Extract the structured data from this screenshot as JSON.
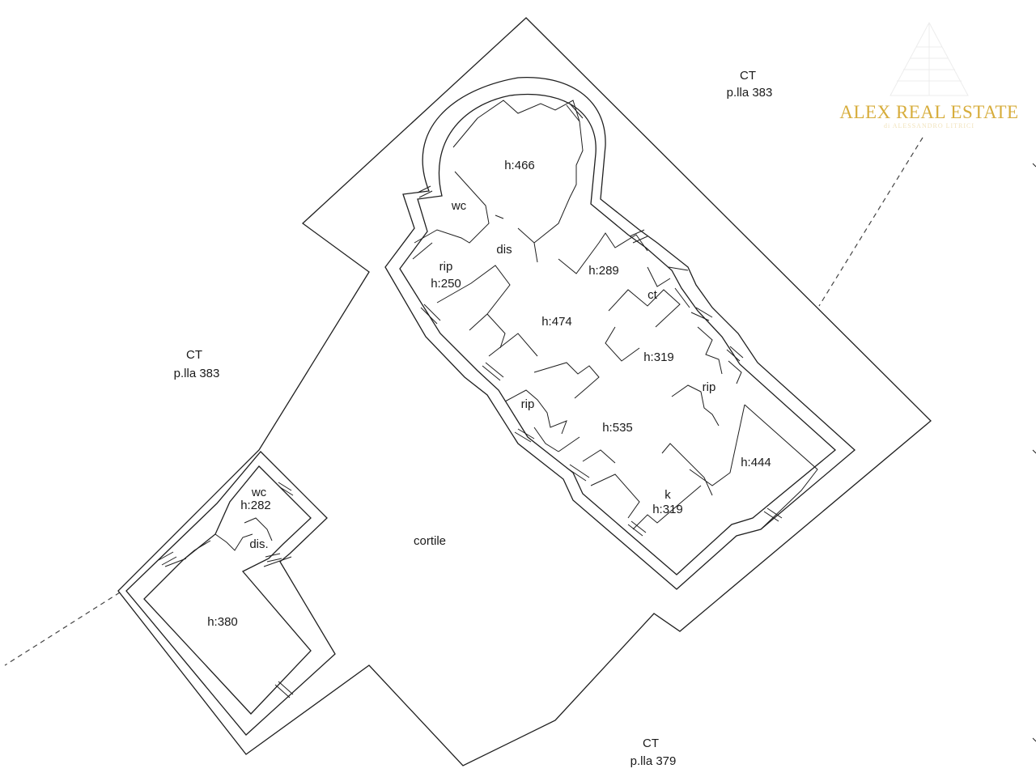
{
  "colors": {
    "line": "#1f1f1f",
    "logo": "#d7ad3c",
    "background": "#ffffff"
  },
  "logo": {
    "brand": "ALEX REAL ESTATE",
    "tagline": "di ALESSANDRO LITRICI"
  },
  "parcels": [
    {
      "id": "ct-383-top",
      "line1": "CT",
      "line2": "p.lla 383"
    },
    {
      "id": "ct-383-left",
      "line1": "CT",
      "line2": "p.lla 383"
    },
    {
      "id": "ct-379-bottom",
      "line1": "CT",
      "line2": "p.lla 379"
    }
  ],
  "rooms": [
    {
      "id": "h466",
      "text": "h:466"
    },
    {
      "id": "wc-top",
      "text": "wc"
    },
    {
      "id": "dis-top",
      "text": "dis"
    },
    {
      "id": "rip-top-name",
      "text": "rip"
    },
    {
      "id": "rip-top-h",
      "text": "h:250"
    },
    {
      "id": "h289",
      "text": "h:289"
    },
    {
      "id": "ct",
      "text": "ct"
    },
    {
      "id": "h474",
      "text": "h:474"
    },
    {
      "id": "h319-a",
      "text": "h:319"
    },
    {
      "id": "rip-right",
      "text": "rip"
    },
    {
      "id": "rip-mid",
      "text": "rip"
    },
    {
      "id": "h535",
      "text": "h:535"
    },
    {
      "id": "h444",
      "text": "h:444"
    },
    {
      "id": "k-name",
      "text": "k"
    },
    {
      "id": "k-h",
      "text": "h:319"
    },
    {
      "id": "wc-left-name",
      "text": "wc"
    },
    {
      "id": "wc-left-h",
      "text": "h:282"
    },
    {
      "id": "dis-left",
      "text": "dis."
    },
    {
      "id": "h380",
      "text": "h:380"
    },
    {
      "id": "cortile",
      "text": "cortile"
    }
  ]
}
